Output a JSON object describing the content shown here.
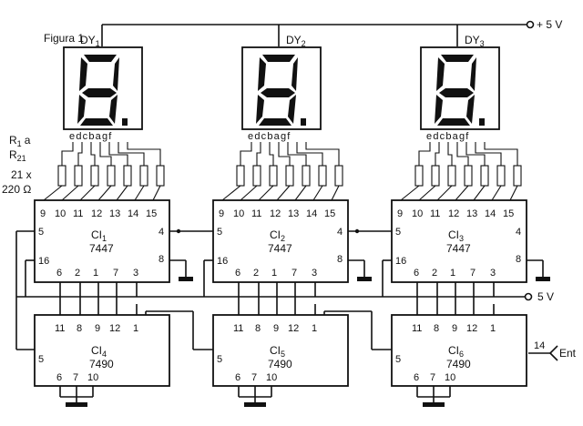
{
  "figure_label": "Figura 1",
  "supply_label": "+ 5 V",
  "supply2_label": "5 V",
  "input_label": "Ent",
  "input_pin": "14",
  "resistor_note": {
    "r_first_main": "R",
    "r_first_sub": "1",
    "r_a": "a",
    "r_last_main": "R",
    "r_last_sub": "21",
    "count": "21 x",
    "value": "220 Ω"
  },
  "stages": [
    {
      "display": {
        "main": "DY",
        "sub": "1"
      },
      "segment_letters": "edcbagf",
      "decoder": {
        "main": "CI",
        "sub": "1",
        "part": "7447"
      },
      "counter": {
        "main": "CI",
        "sub": "4",
        "part": "7490"
      }
    },
    {
      "display": {
        "main": "DY",
        "sub": "2"
      },
      "segment_letters": "edcbagf",
      "decoder": {
        "main": "CI",
        "sub": "2",
        "part": "7447"
      },
      "counter": {
        "main": "CI",
        "sub": "5",
        "part": "7490"
      }
    },
    {
      "display": {
        "main": "DY",
        "sub": "3"
      },
      "segment_letters": "edcbagf",
      "decoder": {
        "main": "CI",
        "sub": "3",
        "part": "7447"
      },
      "counter": {
        "main": "CI",
        "sub": "6",
        "part": "7490"
      }
    }
  ],
  "decoder_pins": {
    "top": [
      "9",
      "10",
      "11",
      "12",
      "13",
      "14",
      "15"
    ],
    "bottom": [
      "6",
      "2",
      "1",
      "7",
      "3"
    ],
    "left_upper": "5",
    "left_lower": "16",
    "right_upper": "4",
    "right_lower": "8"
  },
  "counter_pins": {
    "top": [
      "11",
      "8",
      "9",
      "12",
      "1"
    ],
    "bottom": [
      "6",
      "7",
      "10"
    ],
    "left": "5"
  }
}
